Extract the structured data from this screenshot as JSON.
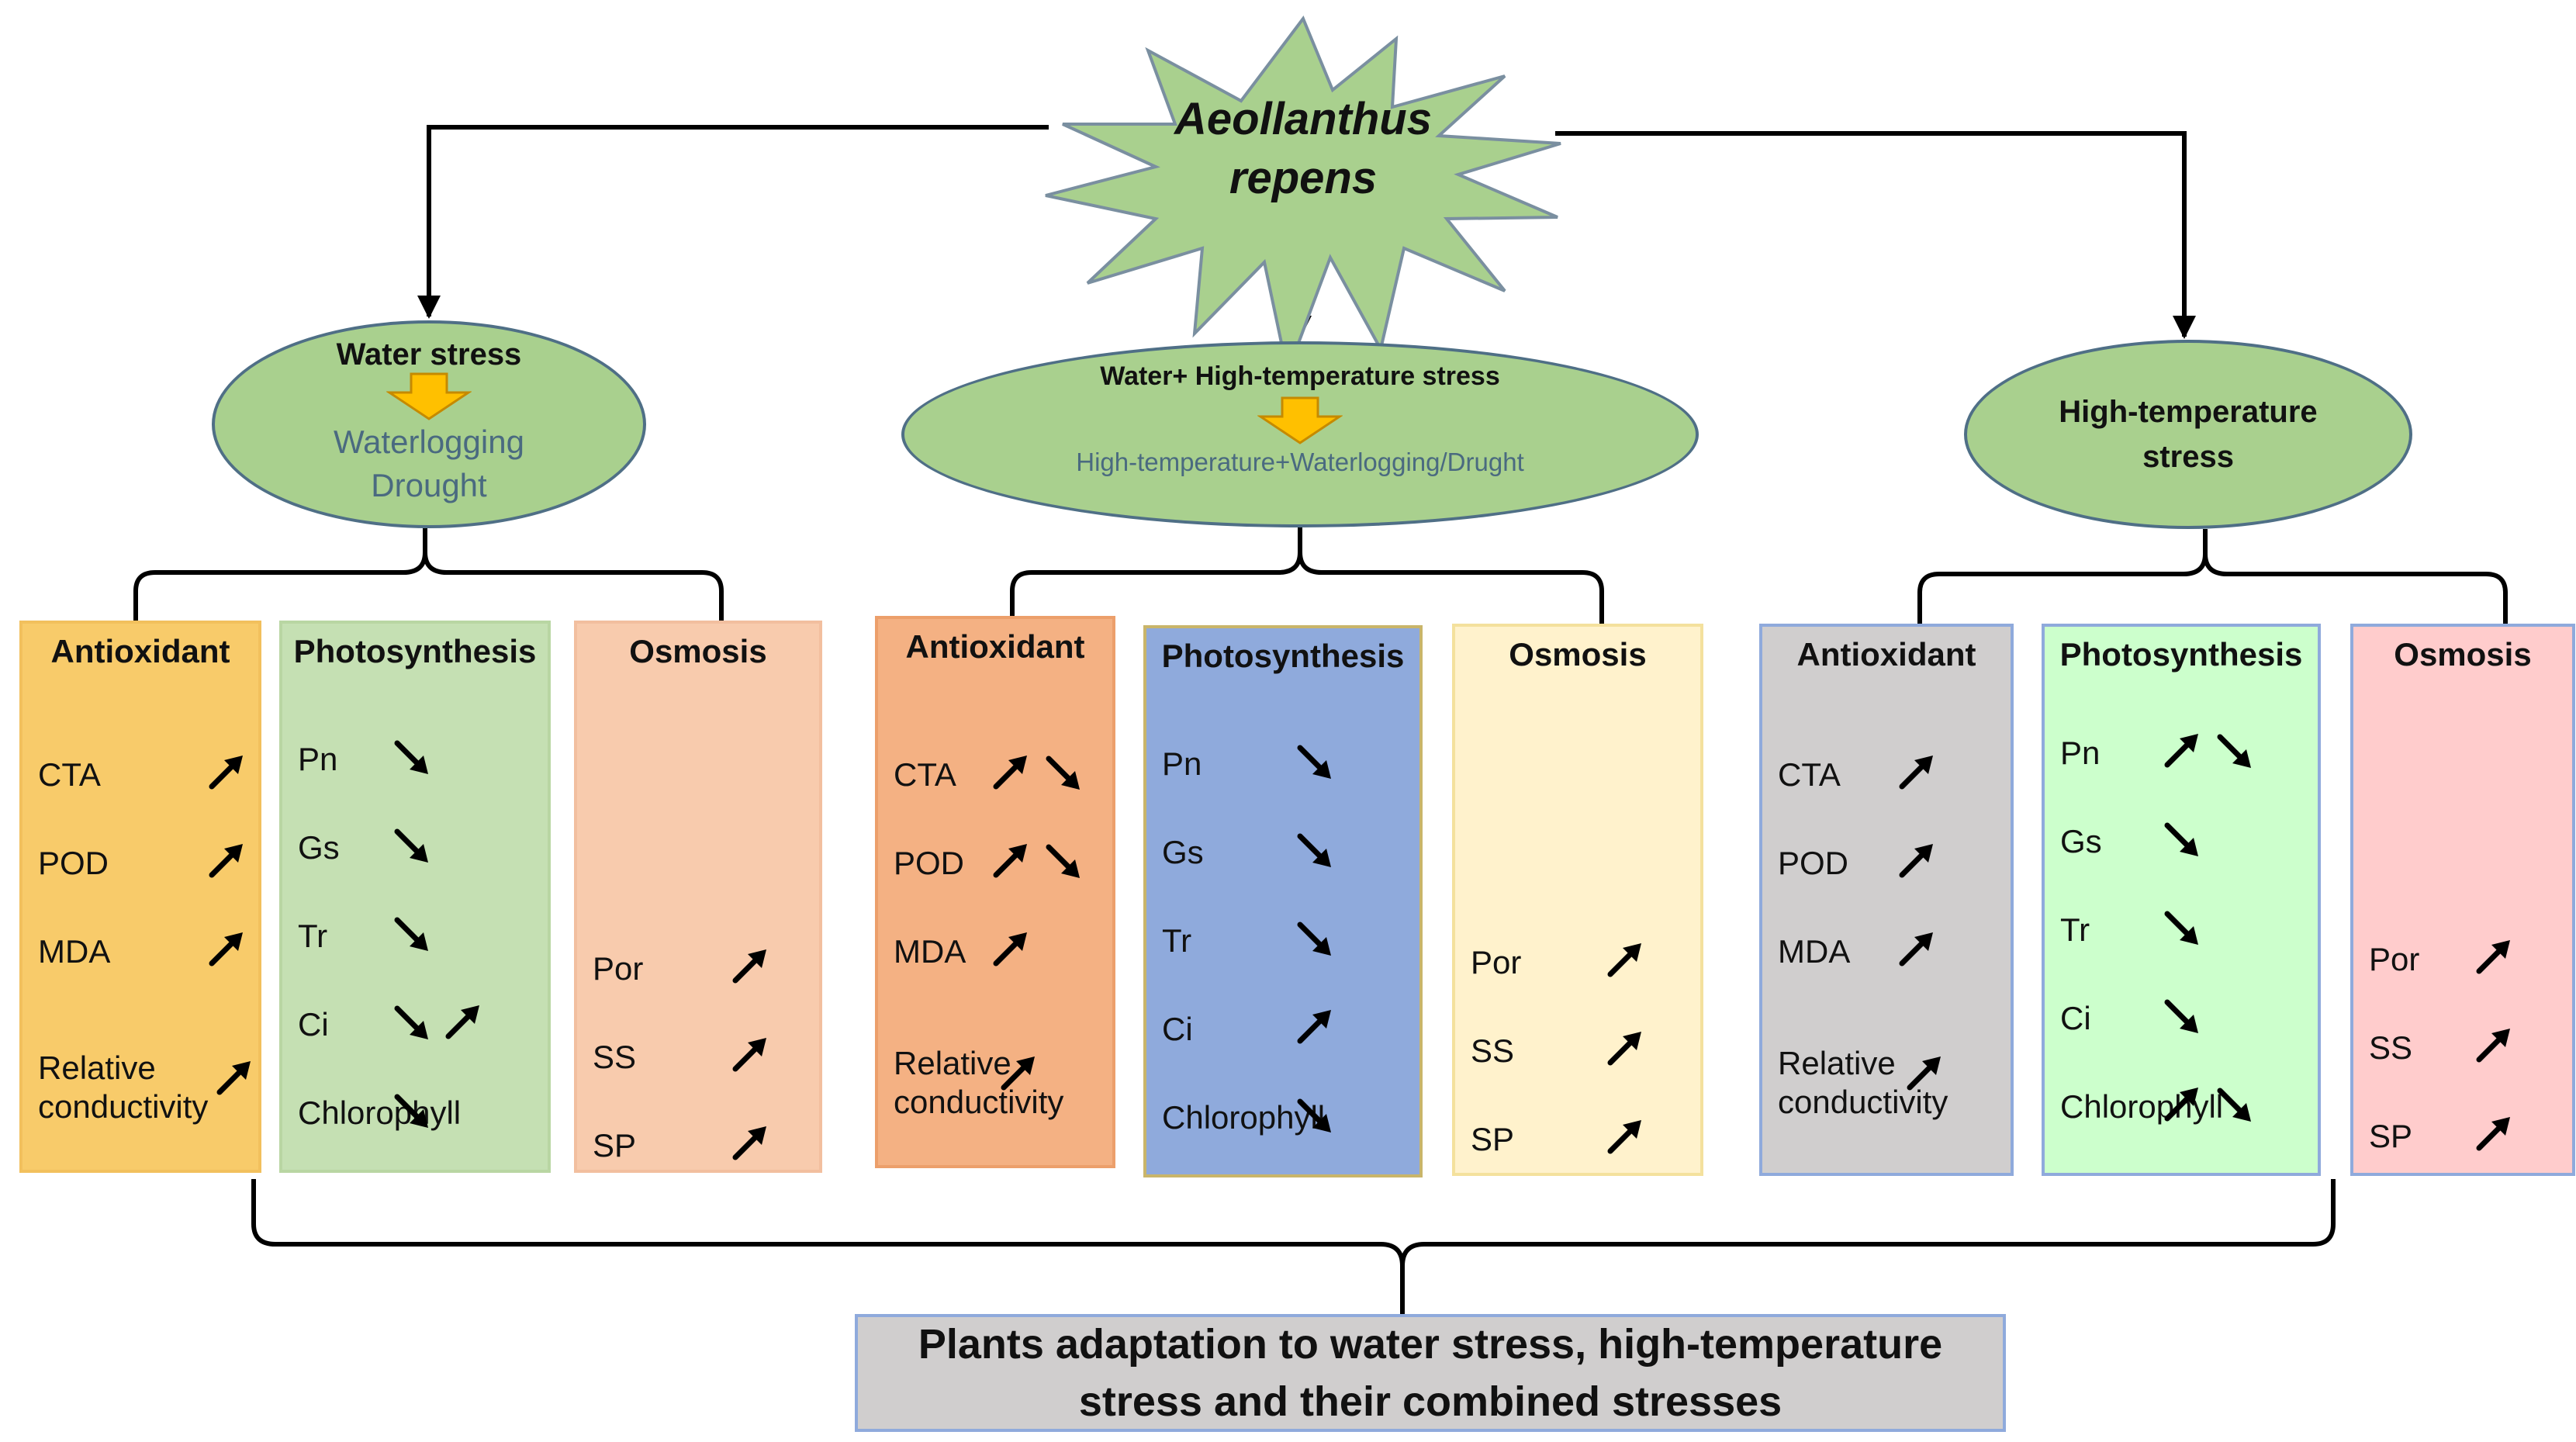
{
  "root": {
    "label_line1": "Aeollanthus",
    "label_line2": "repens"
  },
  "stresses": {
    "water": {
      "title": "Water stress",
      "sub_line1": "Waterlogging",
      "sub_line2": "Drought"
    },
    "combined": {
      "title": "Water+ High-temperature stress",
      "sub": "High-temperature+Waterlogging/Drught"
    },
    "heat": {
      "title_line1": "High-temperature",
      "title_line2": "stress"
    }
  },
  "groups": [
    [
      {
        "title": "Antioxidant",
        "items": [
          {
            "label": "CTA",
            "trend": [
              "up"
            ]
          },
          {
            "label": "POD",
            "trend": [
              "up"
            ]
          },
          {
            "label": "MDA",
            "trend": [
              "up"
            ]
          },
          {
            "label": "Relative\nconductivity",
            "trend": [
              "up"
            ]
          }
        ]
      },
      {
        "title": "Photosynthesis",
        "items": [
          {
            "label": "Pn",
            "trend": [
              "down"
            ]
          },
          {
            "label": "Gs",
            "trend": [
              "down"
            ]
          },
          {
            "label": "Tr",
            "trend": [
              "down"
            ]
          },
          {
            "label": "Ci",
            "trend": [
              "down",
              "up"
            ]
          },
          {
            "label": "Chlorophyll",
            "trend": [
              "down"
            ]
          }
        ]
      },
      {
        "title": "Osmosis",
        "items": [
          {
            "label": "Por",
            "trend": [
              "up"
            ]
          },
          {
            "label": "SS",
            "trend": [
              "up"
            ]
          },
          {
            "label": "SP",
            "trend": [
              "up"
            ]
          }
        ]
      }
    ],
    [
      {
        "title": "Antioxidant",
        "items": [
          {
            "label": "CTA",
            "trend": [
              "up",
              "down"
            ]
          },
          {
            "label": "POD",
            "trend": [
              "up",
              "down"
            ]
          },
          {
            "label": "MDA",
            "trend": [
              "up"
            ]
          },
          {
            "label": "Relative\nconductivity",
            "trend": [
              "up"
            ]
          }
        ]
      },
      {
        "title": "Photosynthesis",
        "items": [
          {
            "label": "Pn",
            "trend": [
              "down"
            ]
          },
          {
            "label": "Gs",
            "trend": [
              "down"
            ]
          },
          {
            "label": "Tr",
            "trend": [
              "down"
            ]
          },
          {
            "label": "Ci",
            "trend": [
              "up"
            ]
          },
          {
            "label": "Chlorophyll",
            "trend": [
              "down"
            ]
          }
        ]
      },
      {
        "title": "Osmosis",
        "items": [
          {
            "label": "Por",
            "trend": [
              "up"
            ]
          },
          {
            "label": "SS",
            "trend": [
              "up"
            ]
          },
          {
            "label": "SP",
            "trend": [
              "up"
            ]
          }
        ]
      }
    ],
    [
      {
        "title": "Antioxidant",
        "items": [
          {
            "label": "CTA",
            "trend": [
              "up"
            ]
          },
          {
            "label": "POD",
            "trend": [
              "up"
            ]
          },
          {
            "label": "MDA",
            "trend": [
              "up"
            ]
          },
          {
            "label": "Relative\nconductivity",
            "trend": [
              "up"
            ]
          }
        ]
      },
      {
        "title": "Photosynthesis",
        "items": [
          {
            "label": "Pn",
            "trend": [
              "up",
              "down"
            ]
          },
          {
            "label": "Gs",
            "trend": [
              "down"
            ]
          },
          {
            "label": "Tr",
            "trend": [
              "down"
            ]
          },
          {
            "label": "Ci",
            "trend": [
              "down"
            ]
          },
          {
            "label": "Chlorophyll",
            "trend": [
              "up",
              "down"
            ]
          }
        ]
      },
      {
        "title": "Osmosis",
        "items": [
          {
            "label": "Por",
            "trend": [
              "up"
            ]
          },
          {
            "label": "SS",
            "trend": [
              "up"
            ]
          },
          {
            "label": "SP",
            "trend": [
              "up"
            ]
          }
        ]
      }
    ]
  ],
  "conclusion": "Plants adaptation to water stress, high-temperature stress and their combined stresses"
}
